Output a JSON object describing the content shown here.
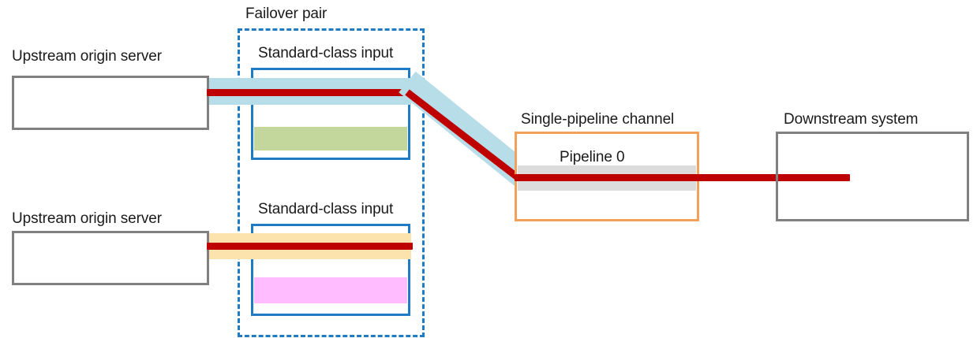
{
  "diagram": {
    "title_group": "Failover pair",
    "colors": {
      "gray_border": "#808080",
      "blue_border": "#1f7cc4",
      "orange_border": "#f2a05a",
      "red_flow": "#bf0000",
      "blue_band": "#b7dde8",
      "yellow_band": "#fce3ad",
      "green_band": "#c3d69b",
      "pink_band": "#ffbdff",
      "gray_band": "#dcdcdc",
      "text": "#1a1a1a",
      "background": "#ffffff"
    },
    "nodes": {
      "upstream_top": {
        "label": "Upstream origin server"
      },
      "upstream_bottom": {
        "label": "Upstream origin server"
      },
      "input_top": {
        "label": "Standard-class input"
      },
      "input_bottom": {
        "label": "Standard-class input"
      },
      "channel": {
        "label": "Single-pipeline channel"
      },
      "pipeline": {
        "label": "Pipeline 0"
      },
      "downstream": {
        "label": "Downstream system"
      }
    },
    "bands": {
      "active_top": {
        "name": "active-stream-band",
        "color": "#b7dde8"
      },
      "reserved_top": {
        "name": "reserved-capacity-band",
        "color": "#c3d69b"
      },
      "standby_bottom": {
        "name": "standby-stream-band",
        "color": "#fce3ad"
      },
      "reserved_bottom": {
        "name": "reserved-capacity-band",
        "color": "#ffbdff"
      },
      "pipeline_band": {
        "name": "pipeline-capacity-band",
        "color": "#dcdcdc"
      }
    },
    "flows": {
      "top_ingest": {
        "name": "top-origin-to-input",
        "color": "#bf0000"
      },
      "bottom_ingest": {
        "name": "bottom-origin-to-input",
        "color": "#bf0000"
      },
      "diagonal": {
        "name": "input-to-channel-diagonal",
        "color": "#bf0000"
      },
      "egress": {
        "name": "channel-to-downstream",
        "color": "#bf0000"
      }
    }
  }
}
